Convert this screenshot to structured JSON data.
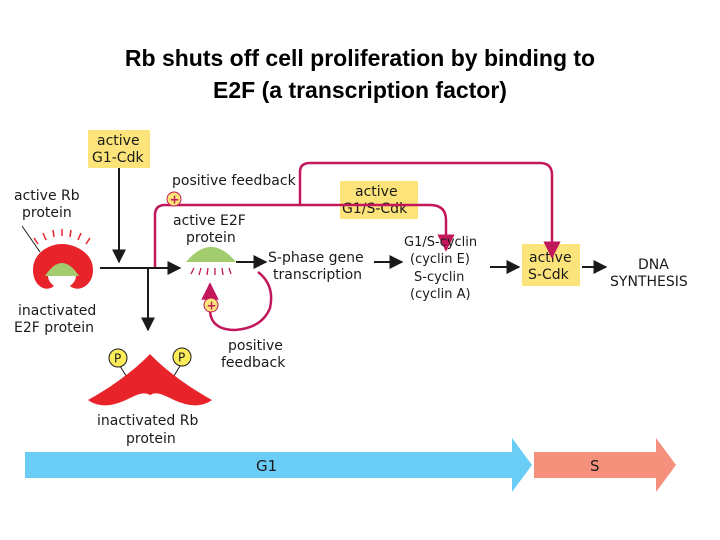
{
  "title": {
    "line1": "Rb shuts off cell proliferation by binding to",
    "line2": "E2F (a transcription factor)"
  },
  "labels": {
    "active_g1_cdk": [
      "active",
      "G1-Cdk"
    ],
    "active_rb_protein": [
      "active Rb",
      "protein"
    ],
    "inactivated_e2f_protein": [
      "inactivated",
      "E2F protein"
    ],
    "inactivated_rb_protein": [
      "inactivated Rb",
      "protein"
    ],
    "positive_feedback_top": "positive feedback",
    "active_e2f_protein": [
      "active E2F",
      "protein"
    ],
    "positive_feedback_bottom": [
      "positive",
      "feedback"
    ],
    "s_phase_gene_transcription": [
      "S-phase gene",
      "transcription"
    ],
    "active_g1s_cdk": [
      "active",
      "G1/S-Cdk"
    ],
    "cyclins": [
      "G1/S-cyclin",
      "(cyclin E)",
      "S-cyclin",
      "(cyclin A)"
    ],
    "active_s_cdk": [
      "active",
      "S-Cdk"
    ],
    "dna_synthesis": [
      "DNA",
      "SYNTHESIS"
    ],
    "plus_sign": "+",
    "phosphate": "P"
  },
  "phases": {
    "g1": "G1",
    "s": "S"
  },
  "colors": {
    "yellow_box": "#fde47a",
    "protein_red": "#e8232a",
    "e2f_green": "#a3cc6e",
    "feedback_pink": "#c2185b",
    "g1_blue": "#69cdf5",
    "s_salmon": "#f4907c",
    "phosphate_yellow": "#fcec5a"
  }
}
